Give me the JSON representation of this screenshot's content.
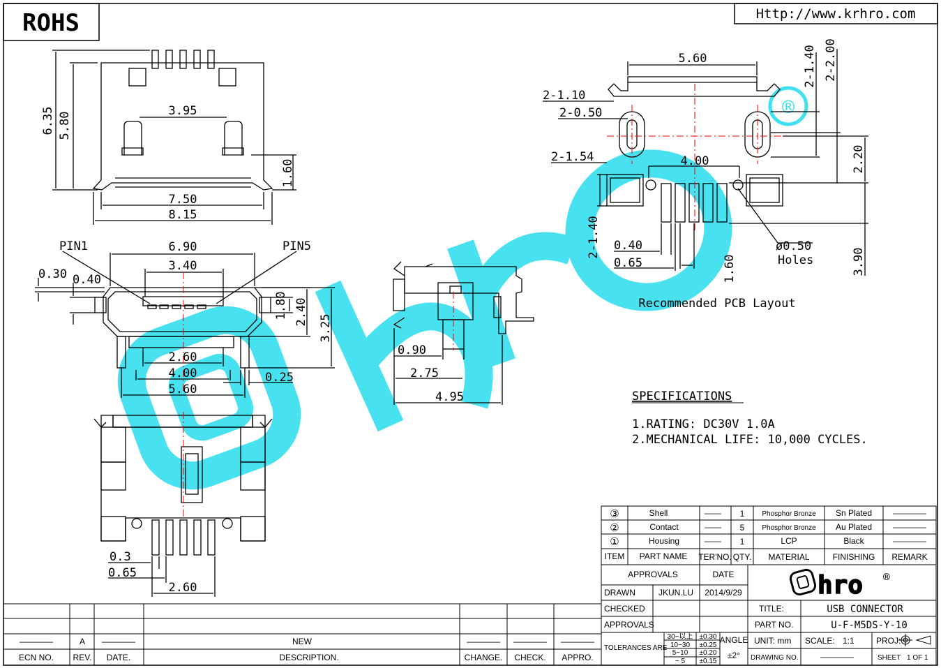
{
  "header": {
    "rohs": "ROHS",
    "url": "Http://www.krhro.com"
  },
  "top_view": {
    "dims": [
      "6.35",
      "5.80",
      "3.95",
      "1.60",
      "7.50",
      "8.15"
    ]
  },
  "front_view": {
    "pin1": "PIN1",
    "pin5": "PIN5",
    "dims": [
      "6.90",
      "3.40",
      "0.30",
      "0.40",
      "1.80",
      "2.40",
      "3.25",
      "2.60",
      "4.00",
      "5.60",
      "0.25"
    ]
  },
  "side_view": {
    "dims": [
      "0.90",
      "2.75",
      "4.95"
    ]
  },
  "bottom_view": {
    "dims": [
      "0.3",
      "0.65",
      "2.60"
    ]
  },
  "pcb_layout": {
    "caption": "Recommended PCB Layout",
    "dims": [
      "5.60",
      "2-1.40",
      "2-2.00",
      "2-1.10",
      "2-0.50",
      "2-1.54",
      "4.00",
      "2.20",
      "2-1.40",
      "0.40",
      "0.65",
      "1.60",
      "3.90"
    ],
    "hole_dim": "ø0.50",
    "holes": "Holes"
  },
  "specifications": {
    "title": "SPECIFICATIONS",
    "lines": [
      "1.RATING: DC30V 1.0A",
      "2.MECHANICAL LIFE: 10,000 CYCLES."
    ]
  },
  "bom": {
    "rows": [
      {
        "item": "③",
        "part": "Shell",
        "ter": "——",
        "qty": "1",
        "material": "Phosphor Bronze",
        "finishing": "Sn Plated",
        "remark": "————"
      },
      {
        "item": "②",
        "part": "Contact",
        "ter": "——",
        "qty": "5",
        "material": "Phosphor Bronze",
        "finishing": "Au Plated",
        "remark": "————"
      },
      {
        "item": "①",
        "part": "Housing",
        "ter": "——",
        "qty": "1",
        "material": "LCP",
        "finishing": "Black",
        "remark": "————"
      }
    ],
    "headers": {
      "item": "ITEM",
      "part": "PART NAME",
      "ter": "TER'NO.",
      "qty": "QTY.",
      "material": "MATERIAL",
      "finishing": "FINISHING",
      "remark": "REMARK"
    }
  },
  "title_block": {
    "approvals_header": "APPROVALS",
    "date_header": "DATE",
    "drawn_label": "DRAWN",
    "drawn_by": "JKUN.LU",
    "drawn_date": "2014/9/29",
    "checked_label": "CHECKED",
    "approvals_label": "APPROVALS",
    "logo": "hro",
    "logo_mark": "®",
    "title_label": "TITLE:",
    "title_value": "USB CONNECTOR",
    "part_label": "PART NO.",
    "part_value": "U-F-M5DS-Y-10",
    "tol_label": "TOLERANCES ARE",
    "tol_ranges": [
      "30~以上",
      "10~30",
      "5~10",
      "~ 5"
    ],
    "tol_values": [
      "±0.30",
      "±0.25",
      "±0.20",
      "±0.15"
    ],
    "angle_label": "ANGLE",
    "angle_value": "±2°",
    "unit_label": "UNIT: mm",
    "scale_label": "SCALE:",
    "scale_value": "1:1",
    "proj_label": "PROJ:",
    "drawing_no_label": "DRAWING NO.",
    "drawing_no_value": "————",
    "sheet_label": "SHEET",
    "sheet_value": "1 OF 1"
  },
  "revision_block": {
    "blank": "————",
    "rev": "A",
    "description": "NEW",
    "headers": [
      "ECN NO.",
      "REV.",
      "DATE.",
      "DESCRIPTION.",
      "CHANGE.",
      "CHECK.",
      "APPRO."
    ]
  },
  "watermark": {
    "color": "#3fe0f0",
    "registered": "®"
  }
}
